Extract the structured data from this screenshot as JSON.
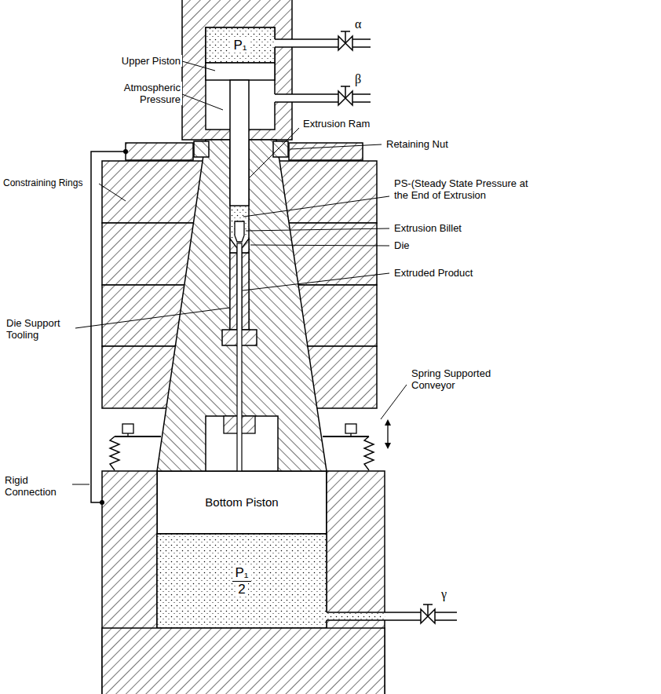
{
  "diagram": {
    "nodes": [
      {
        "text": [
          "P₁"
        ]
      },
      {
        "text": [
          "Bottom Piston"
        ]
      },
      {
        "text": [
          "P₁",
          "2"
        ]
      }
    ],
    "labels": [
      "α",
      "β",
      "Upper Piston",
      "Atmospheric Pressure",
      "Extrusion Ram",
      "Retaining Nut",
      "Constraining Rings",
      "PS-(Steady State Pressure at the End of Extrusion",
      "Extrusion Billet",
      "Die",
      "Extruded Product",
      "Die Support Tooling",
      "Spring Supported Conveyor",
      "Rigid Connection",
      "γ"
    ]
  }
}
